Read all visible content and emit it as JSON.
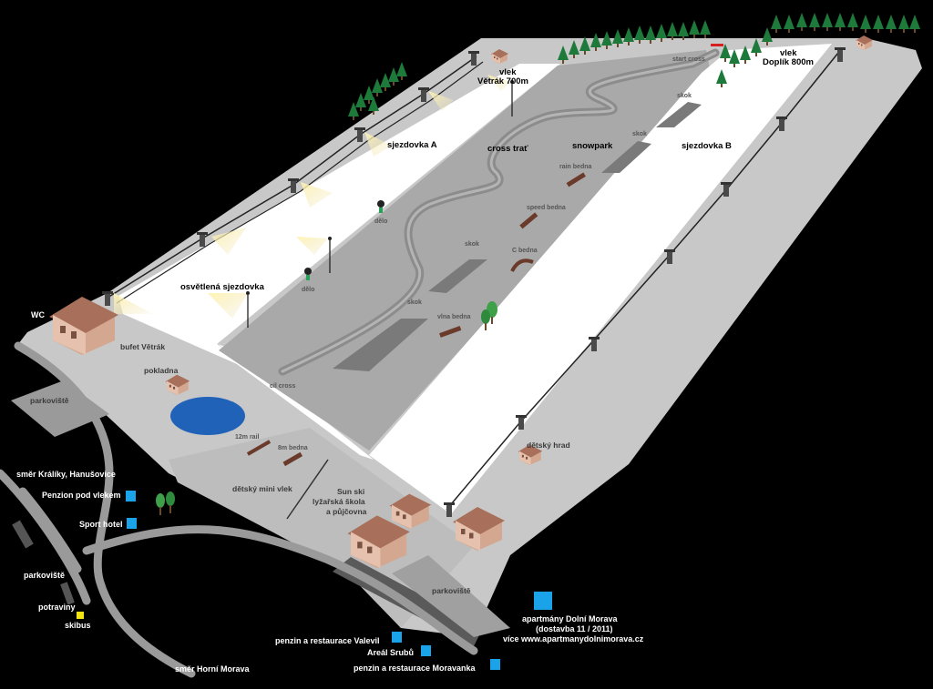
{
  "map": {
    "lifts": {
      "vetrak": {
        "line1": "vlek",
        "line2": "Větrák 700m"
      },
      "doplik": {
        "line1": "vlek",
        "line2": "Doplík 800m"
      },
      "mini": "dětský mini vlek"
    },
    "slopes": {
      "a": "sjezdovka A",
      "b": "sjezdovka B",
      "lit": "osvětlená sjezdovka",
      "cross": "cross trať",
      "snowpark": "snowpark"
    },
    "features": {
      "start_cross": "start cross",
      "finish_cross": "cíl cross",
      "jump": "skok",
      "rain_box": "rain bedna",
      "speed_box": "speed bedna",
      "c_box": "C bedna",
      "wave_box": "vlna bedna",
      "rail_12m": "12m rail",
      "box_8m": "8m bedna",
      "snow_cannon": "dělo",
      "childrens_castle": "dětský hrad"
    },
    "buildings": {
      "wc": "WC",
      "bufet": "bufet Větrák",
      "ticket": "pokladna",
      "school": {
        "line1": "Sun ski",
        "line2": "lyžařská škola",
        "line3": "a půjčovna"
      }
    },
    "parking": "parkoviště",
    "places": {
      "kraliky": "směr Králíky, Hanušovice",
      "horni_morava": "směr Horní Morava",
      "grocery": "potraviny",
      "skibus": "skibus"
    },
    "accommodation": {
      "penzion_vlek": "Penzion pod vlekem",
      "sport_hotel": "Sport hotel",
      "valevil": "penzin a restaurace Valevil",
      "sruby": "Areál Srubů",
      "moravanka": "penzin a restaurace Moravanka",
      "apartments": {
        "line1": "apartmány Dolní Morava",
        "line2": "(dostavba 11 / 2011)",
        "line3": "více www.apartmanydolnimorava.cz"
      }
    },
    "colors": {
      "background": "#000000",
      "terrain": "#c8c8c8",
      "slope_snow": "#ffffff",
      "snowpark": "#a9a9a9",
      "road": "#9a9a9a",
      "pond": "#1f62b8",
      "accommodation_marker": "#1aa3e8",
      "skibus_marker": "#f5e414",
      "tree": "#1e7a3a",
      "building": "#dcb49e"
    }
  }
}
